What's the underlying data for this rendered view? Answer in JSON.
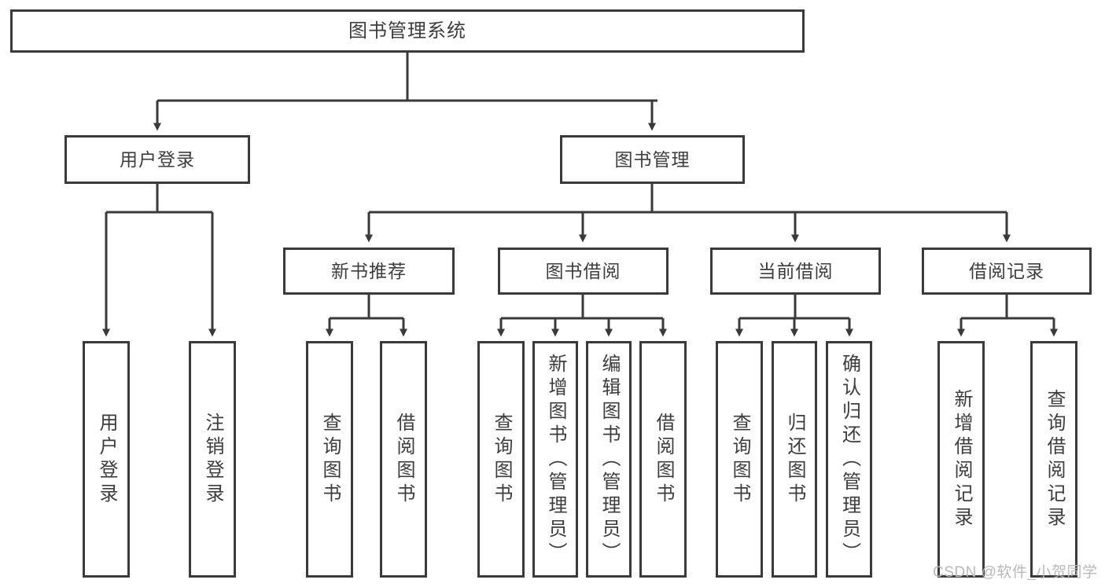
{
  "diagram": {
    "title_box": {
      "label": "图书管理系统"
    },
    "level1": [
      {
        "id": "user-login",
        "label": "用户登录"
      },
      {
        "id": "book-management",
        "label": "图书管理"
      }
    ],
    "level2": [
      {
        "id": "new-book-recommend",
        "label": "新书推荐"
      },
      {
        "id": "book-borrow",
        "label": "图书借阅"
      },
      {
        "id": "current-borrow",
        "label": "当前借阅"
      },
      {
        "id": "borrow-record",
        "label": "借阅记录"
      }
    ],
    "leaves": [
      {
        "id": "leaf-user-login",
        "label": "用户登录",
        "parent": "user-login"
      },
      {
        "id": "leaf-logout-login",
        "label": "注销登录",
        "parent": "user-login"
      },
      {
        "id": "leaf-query-book-1",
        "label": "查询图书",
        "parent": "new-book-recommend"
      },
      {
        "id": "leaf-borrow-book-1",
        "label": "借阅图书",
        "parent": "new-book-recommend"
      },
      {
        "id": "leaf-query-book-2",
        "label": "查询图书",
        "parent": "book-borrow"
      },
      {
        "id": "leaf-add-book",
        "label": "新增图书（管理员）",
        "parent": "book-borrow"
      },
      {
        "id": "leaf-edit-book",
        "label": "编辑图书（管理员）",
        "parent": "book-borrow"
      },
      {
        "id": "leaf-borrow-book-2",
        "label": "借阅图书",
        "parent": "book-borrow"
      },
      {
        "id": "leaf-query-book-3",
        "label": "查询图书",
        "parent": "current-borrow"
      },
      {
        "id": "leaf-return-book",
        "label": "归还图书",
        "parent": "current-borrow"
      },
      {
        "id": "leaf-confirm-return",
        "label": "确认归还（管理员）",
        "parent": "current-borrow"
      },
      {
        "id": "leaf-add-record",
        "label": "新增借阅记录",
        "parent": "borrow-record"
      },
      {
        "id": "leaf-query-record",
        "label": "查询借阅记录",
        "parent": "borrow-record"
      }
    ],
    "watermark": "CSDN @软件_小贺同学",
    "colors": {
      "stroke": "#3a3a3a",
      "text": "#3d3d3d",
      "background": "#ffffff",
      "watermark": "#b9b9b9"
    }
  }
}
